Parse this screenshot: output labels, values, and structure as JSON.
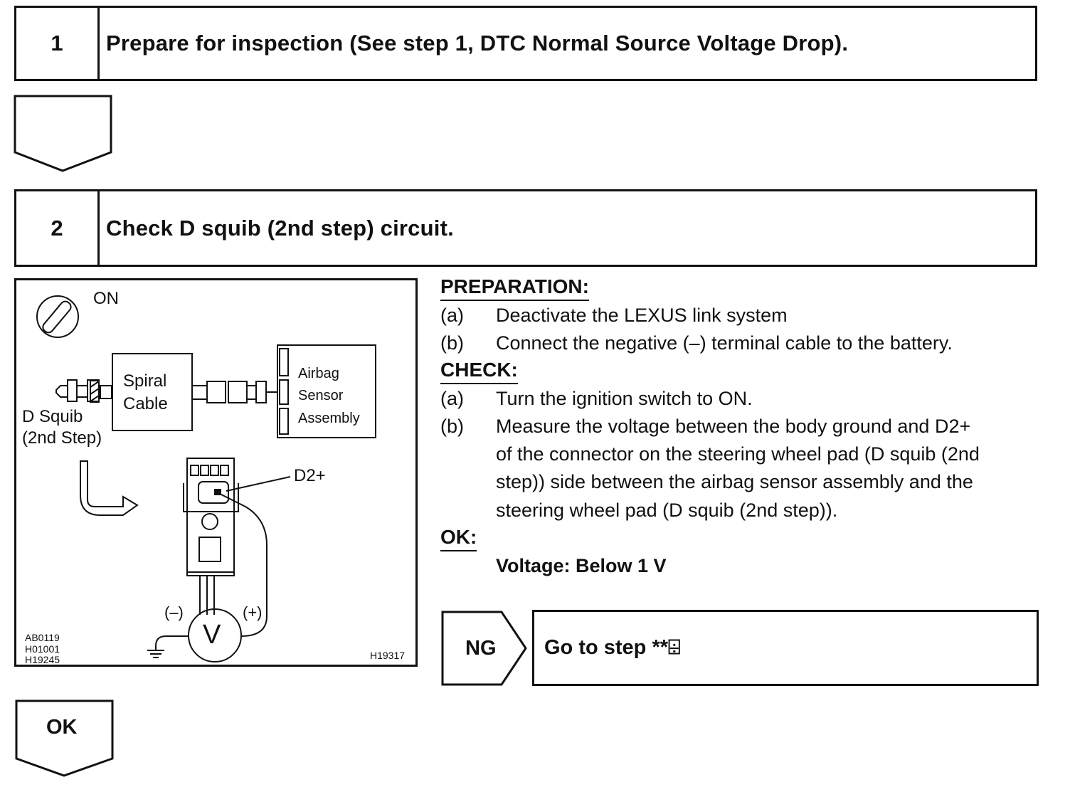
{
  "steps": [
    {
      "number": "1",
      "title": "Prepare for inspection (See step 1, DTC Normal Source Voltage Drop)."
    },
    {
      "number": "2",
      "title": "Check D squib (2nd step) circuit."
    }
  ],
  "figure": {
    "on_label": "ON",
    "spiral_line1": "Spiral",
    "spiral_line2": "Cable",
    "airbag_line1": "Airbag",
    "airbag_line2": "Sensor",
    "airbag_line3": "Assembly",
    "squib_line1": "D Squib",
    "squib_line2": "(2nd Step)",
    "terminal_label": "D2+",
    "minus_label": "(–)",
    "plus_label": "(+)",
    "meter_symbol": "V",
    "code1": "AB0119",
    "code2": "H01001",
    "code3": "H19245",
    "code4": "H19317"
  },
  "preparation": {
    "heading": "PREPARATION:",
    "items": [
      {
        "letter": "(a)",
        "text": "Deactivate the LEXUS link system"
      },
      {
        "letter": "(b)",
        "text": "Connect the negative (–) terminal cable to the battery."
      }
    ]
  },
  "check": {
    "heading": "CHECK:",
    "item_a": {
      "letter": "(a)",
      "text": "Turn the ignition switch to ON."
    },
    "item_b": {
      "letter": "(b)",
      "line1": "Measure the voltage between the body ground and D2+",
      "line2": "of the connector on the steering wheel pad (D squib (2nd",
      "line3": "step)) side between the airbag sensor assembly and the",
      "line4": "steering wheel pad (D squib (2nd step))."
    }
  },
  "ok": {
    "heading": "OK:",
    "spec": "Voltage: Below 1 V"
  },
  "ng": {
    "label": "NG",
    "text": "Go to step **⌹"
  },
  "ok_arrow_label": "OK"
}
